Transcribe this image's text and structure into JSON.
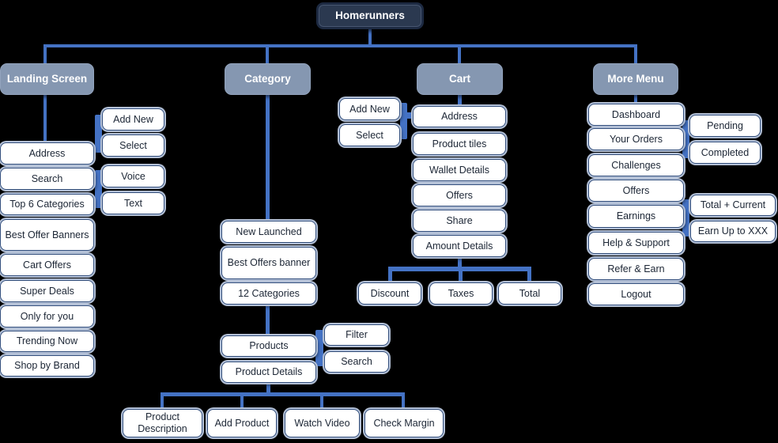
{
  "colors": {
    "line": "#4472c4",
    "root_fill": "#2b3950",
    "branch_fill": "#8597b1",
    "leaf_border": "#34507e",
    "leaf_ring": "#b3c0d6"
  },
  "root": {
    "label": "Homerunners"
  },
  "landing": {
    "title": "Landing Screen",
    "items": [
      "Address",
      "Search",
      "Top 6 Categories",
      "Best Offer Banners",
      "Cart Offers",
      "Super Deals",
      "Only for you",
      "Trending Now",
      "Shop by Brand"
    ],
    "address_children": [
      "Add New",
      "Select"
    ],
    "search_children": [
      "Voice",
      "Text"
    ]
  },
  "category": {
    "title": "Category",
    "items": [
      "New Launched",
      "Best Offers banner",
      "12 Categories",
      "Products",
      "Product Details"
    ],
    "products_children": [
      "Filter",
      "Search"
    ],
    "product_details_children": [
      "Product Description",
      "Add Product",
      "Watch Video",
      "Check Margin"
    ]
  },
  "cart": {
    "title": "Cart",
    "items": [
      "Address",
      "Product tiles",
      "Wallet Details",
      "Offers",
      "Share",
      "Amount Details"
    ],
    "address_children": [
      "Add New",
      "Select"
    ],
    "amount_children": [
      "Discount",
      "Taxes",
      "Total"
    ]
  },
  "more": {
    "title": "More Menu",
    "items": [
      "Dashboard",
      "Your Orders",
      "Challenges",
      "Offers",
      "Earnings",
      "Help & Support",
      "Refer & Earn",
      "Logout"
    ],
    "orders_children": [
      "Pending",
      "Completed"
    ],
    "earnings_children": [
      "Total + Current",
      "Earn Up to XXX"
    ]
  }
}
